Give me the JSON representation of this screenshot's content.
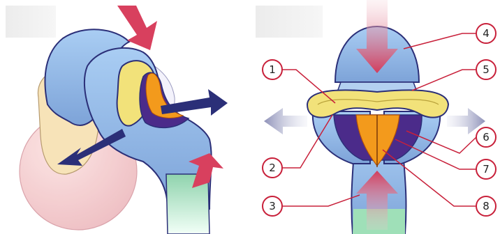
{
  "callouts": [
    {
      "label": "1"
    },
    {
      "label": "2"
    },
    {
      "label": "3"
    },
    {
      "label": "4"
    },
    {
      "label": "5"
    },
    {
      "label": "6"
    },
    {
      "label": "7"
    },
    {
      "label": "8"
    }
  ],
  "colors": {
    "blue": "#8fb6e6",
    "dark_blue": "#2b2f78",
    "yellow": "#f2e07a",
    "orange": "#f39a1c",
    "purple": "#4b2b8a",
    "pink_arrow": "#d8405e",
    "pink_sphere": "#f3c9cd",
    "cream": "#f7e6c0",
    "green": "#9fe0b8",
    "callout_red": "#c8203a"
  }
}
